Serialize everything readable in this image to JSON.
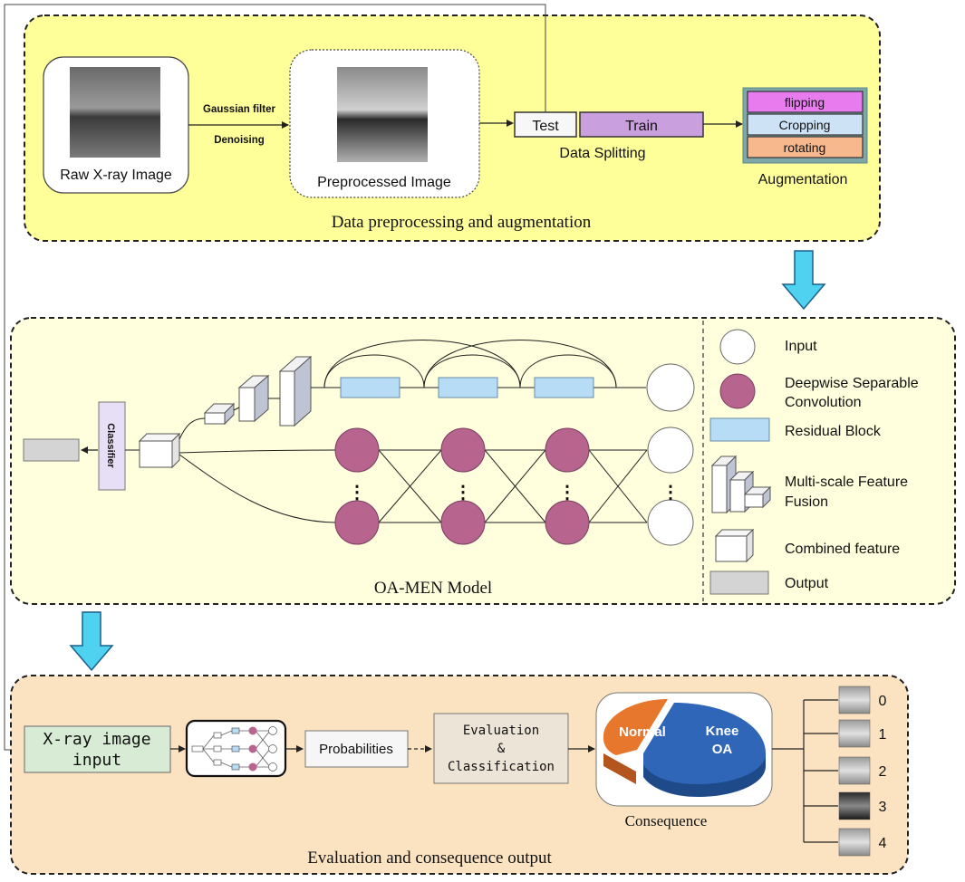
{
  "panels": {
    "preprocessing": {
      "title": "Data preprocessing and augmentation",
      "raw_image_label": "Raw X-ray Image",
      "filter_label": "Gaussian filter",
      "denoise_label": "Denoising",
      "preprocessed_label": "Preprocessed Image",
      "test_label": "Test",
      "train_label": "Train",
      "splitting_label": "Data Splitting",
      "augmentation_items": [
        "flipping",
        "Cropping",
        "rotating"
      ],
      "augmentation_label": "Augmentation"
    },
    "model": {
      "title": "OA-MEN Model",
      "classifier_label": "Classifier",
      "dots": "⋮",
      "legend": {
        "input": "Input",
        "dsc_line1": "Deepwise Separable",
        "dsc_line2": "Convolution",
        "residual": "Residual Block",
        "msf_line1": "Multi-scale Feature",
        "msf_line2": "Fusion",
        "combined": "Combined feature",
        "output": "Output"
      }
    },
    "evaluation": {
      "title": "Evaluation and consequence output",
      "xray_input_line1": "X-ray image",
      "xray_input_line2": "input",
      "probabilities_label": "Probabilities",
      "eval_line1": "Evaluation",
      "eval_line2": "&",
      "eval_line3": "Classification",
      "pie_normal": "Normal",
      "pie_knee_line1": "Knee",
      "pie_knee_line2": "OA",
      "consequence_label": "Consequence",
      "grades": [
        "0",
        "1",
        "2",
        "3",
        "4"
      ]
    }
  },
  "colors": {
    "panel_yellow": "#ffff99",
    "panel_light_yellow": "#ffffdd",
    "panel_peach": "#fbe3c2",
    "flipping": "#e87cef",
    "cropping": "#cde3f5",
    "rotating": "#f7b88e",
    "train": "#c99fde",
    "residual_block": "#b7dcf5",
    "dsc_node": "#b7648f",
    "arrow_cyan": "#4fd2f0",
    "classifier_box": "#e7dff5",
    "xray_input_box": "#d8ecd5",
    "pie_normal": "#e8772e",
    "pie_knee": "#2f66b8"
  }
}
